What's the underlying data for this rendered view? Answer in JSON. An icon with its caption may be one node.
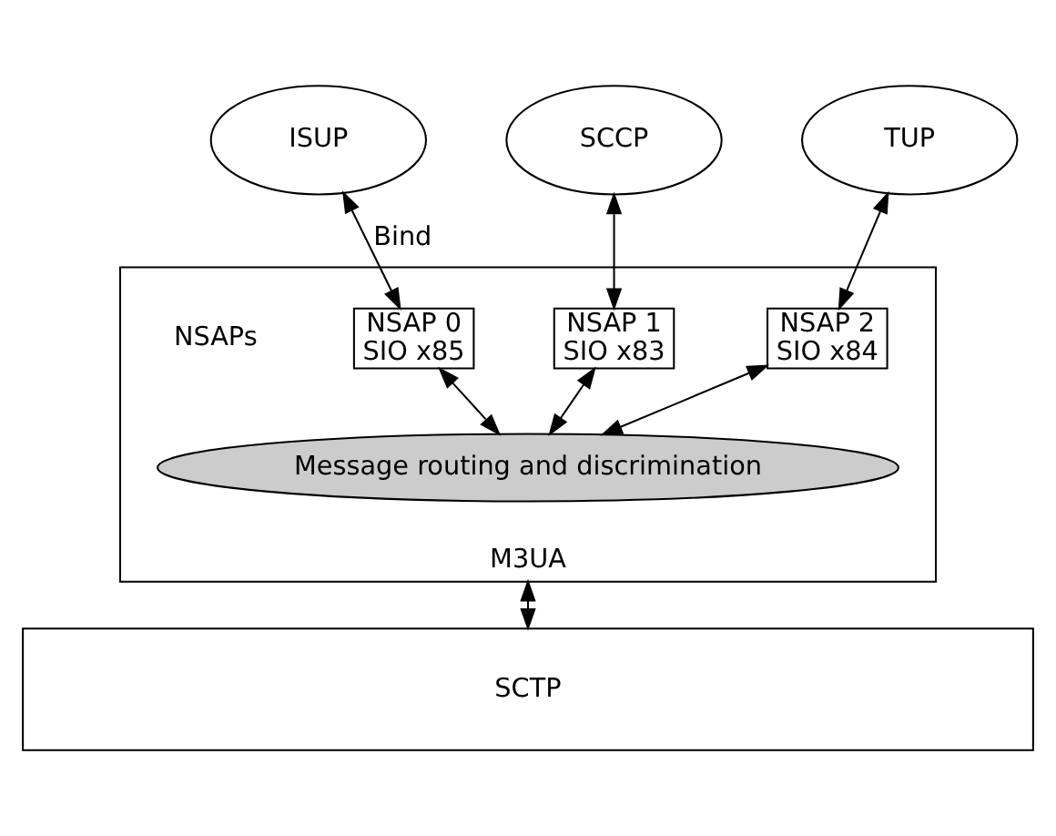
{
  "diagram": {
    "nodes": [
      {
        "text": [
          "ISUP"
        ]
      },
      {
        "text": [
          "SCCP"
        ]
      },
      {
        "text": [
          "TUP"
        ]
      },
      {
        "text": [
          "M3UA"
        ]
      },
      {
        "text": [
          "NSAP 0",
          "SIO x85"
        ],
        "in": 3
      },
      {
        "text": [
          "NSAP 1",
          "SIO x83"
        ],
        "in": 3
      },
      {
        "text": [
          "NSAP 2",
          "SIO x84"
        ],
        "in": 3
      },
      {
        "text": [
          "Message routing and discrimination"
        ],
        "in": 3
      },
      {
        "text": [
          "SCTP"
        ]
      }
    ],
    "edges": [
      {
        "from": 0,
        "to": 4,
        "arrow": "both",
        "label": "Bind"
      },
      {
        "from": 1,
        "to": 5,
        "arrow": "both"
      },
      {
        "from": 2,
        "to": 6,
        "arrow": "both"
      },
      {
        "from": 4,
        "to": 7,
        "arrow": "both"
      },
      {
        "from": 5,
        "to": 7,
        "arrow": "both"
      },
      {
        "from": 6,
        "to": 7,
        "arrow": "both"
      },
      {
        "from": 3,
        "to": 8,
        "arrow": "both"
      }
    ],
    "labels": [
      "NSAPs"
    ]
  }
}
